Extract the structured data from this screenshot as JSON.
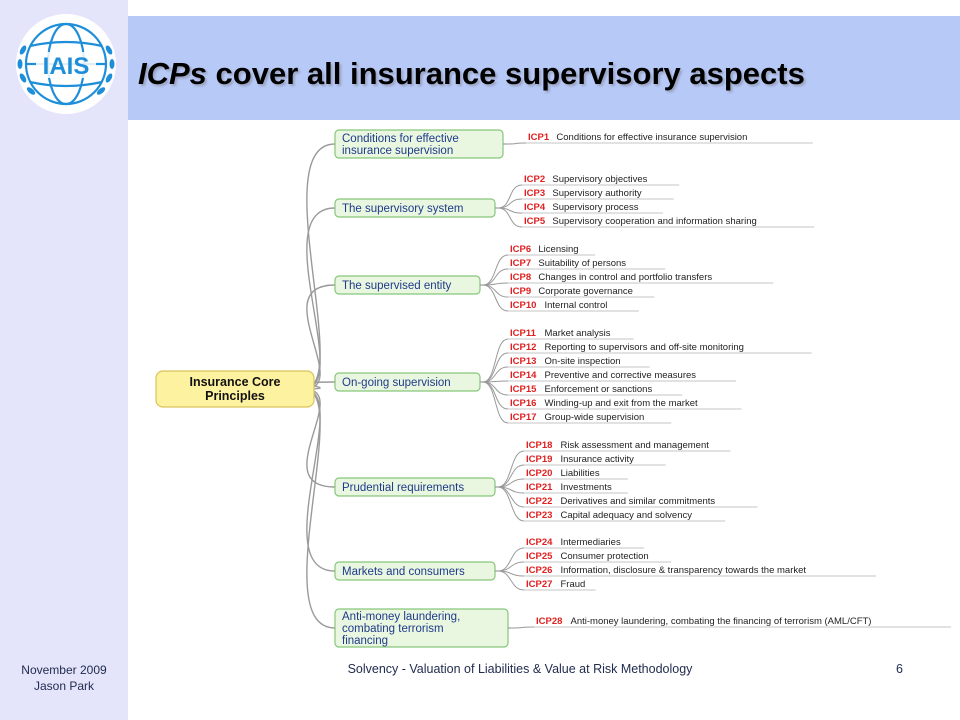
{
  "slide": {
    "title_emphasis": "ICPs",
    "title_rest": "cover all insurance supervisory aspects",
    "logo_text": "IAIS"
  },
  "footer": {
    "date": "November 2009",
    "author": "Jason Park",
    "subject": "Solvency - Valuation of Liabilities & Value at Risk Methodology",
    "page": "6"
  },
  "mindmap": {
    "root": "Insurance Core Principles",
    "branches": [
      {
        "label": [
          "Conditions for effective",
          "insurance supervision"
        ],
        "items": [
          {
            "code": "ICP1",
            "text": "Conditions for effective insurance supervision"
          }
        ]
      },
      {
        "label": [
          "The supervisory system"
        ],
        "items": [
          {
            "code": "ICP2",
            "text": "Supervisory objectives"
          },
          {
            "code": "ICP3",
            "text": "Supervisory authority"
          },
          {
            "code": "ICP4",
            "text": "Supervisory process"
          },
          {
            "code": "ICP5",
            "text": "Supervisory cooperation and information sharing"
          }
        ]
      },
      {
        "label": [
          "The supervised entity"
        ],
        "items": [
          {
            "code": "ICP6",
            "text": "Licensing"
          },
          {
            "code": "ICP7",
            "text": "Suitability of persons"
          },
          {
            "code": "ICP8",
            "text": "Changes in control and portfolio transfers"
          },
          {
            "code": "ICP9",
            "text": "Corporate governance"
          },
          {
            "code": "ICP10",
            "text": "Internal control"
          }
        ]
      },
      {
        "label": [
          "On-going supervision"
        ],
        "items": [
          {
            "code": "ICP11",
            "text": "Market analysis"
          },
          {
            "code": "ICP12",
            "text": "Reporting to supervisors and off-site monitoring"
          },
          {
            "code": "ICP13",
            "text": "On-site inspection"
          },
          {
            "code": "ICP14",
            "text": "Preventive and corrective measures"
          },
          {
            "code": "ICP15",
            "text": "Enforcement or sanctions"
          },
          {
            "code": "ICP16",
            "text": "Winding-up and exit from the market"
          },
          {
            "code": "ICP17",
            "text": "Group-wide supervision"
          }
        ]
      },
      {
        "label": [
          "Prudential requirements"
        ],
        "items": [
          {
            "code": "ICP18",
            "text": "Risk assessment and management"
          },
          {
            "code": "ICP19",
            "text": "Insurance activity"
          },
          {
            "code": "ICP20",
            "text": "Liabilities"
          },
          {
            "code": "ICP21",
            "text": "Investments"
          },
          {
            "code": "ICP22",
            "text": "Derivatives and similar commitments"
          },
          {
            "code": "ICP23",
            "text": "Capital adequacy and solvency"
          }
        ]
      },
      {
        "label": [
          "Markets and consumers"
        ],
        "items": [
          {
            "code": "ICP24",
            "text": "Intermediaries"
          },
          {
            "code": "ICP25",
            "text": "Consumer protection"
          },
          {
            "code": "ICP26",
            "text": "Information, disclosure & transparency towards the market"
          },
          {
            "code": "ICP27",
            "text": "Fraud"
          }
        ]
      },
      {
        "label": [
          "Anti-money laundering,",
          "combating terrorism",
          "financing"
        ],
        "items": [
          {
            "code": "ICP28",
            "text": "Anti-money laundering, combating the financing of terrorism (AML/CFT)"
          }
        ]
      }
    ]
  },
  "colors": {
    "sidebar": "#e4e4fb",
    "title_bar": "#b7c9f7",
    "root_fill": "#fdf2a0",
    "branch_fill": "#e9f7e1",
    "branch_border": "#86c67a",
    "code_red": "#e02020",
    "logo_blue": "#1f8ed8"
  }
}
